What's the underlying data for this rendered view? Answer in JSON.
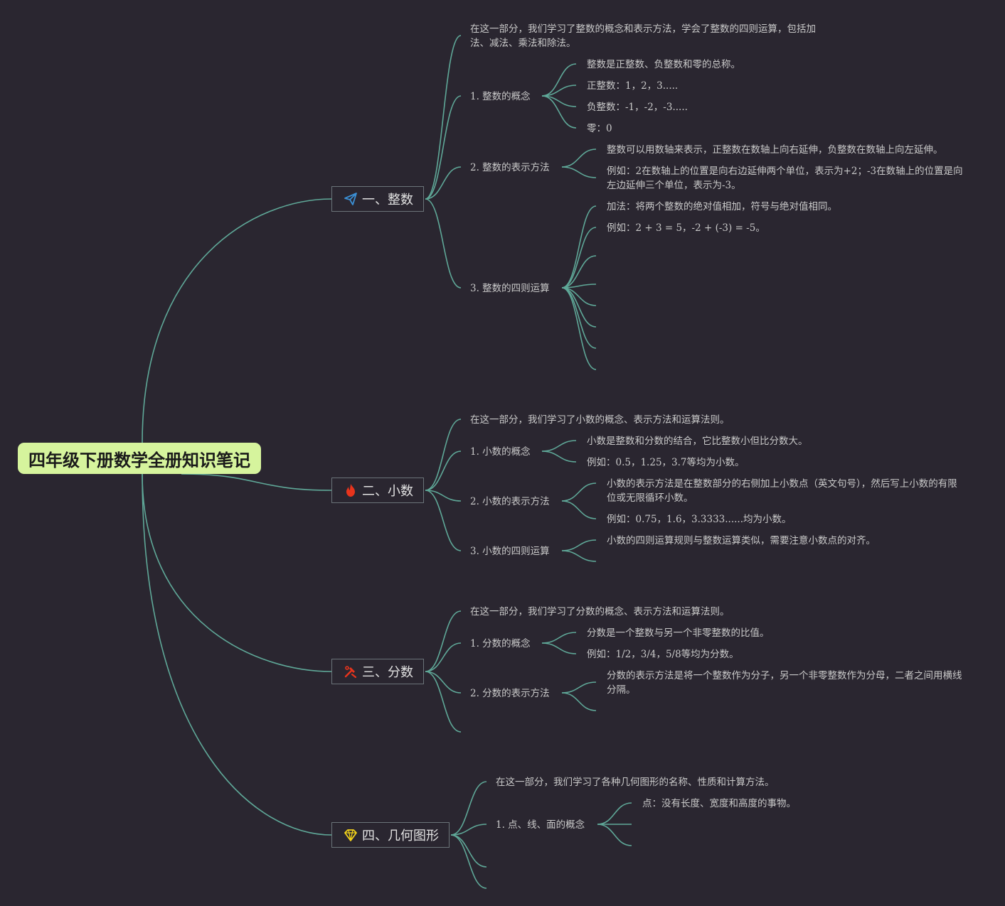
{
  "root": {
    "title": "四年级下册数学全册知识笔记"
  },
  "sections": [
    {
      "icon": "paper-plane-icon",
      "icon_color": "#3b8fd4",
      "title": "一、整数",
      "intro": "在这一部分，我们学习了整数的概念和表示方法，学会了整数的四则运算，包括加法、减法、乘法和除法。",
      "topics": [
        {
          "label": "1. 整数的概念",
          "details": [
            "整数是正整数、负整数和零的总称。",
            "正整数：1，2，3.....",
            "负整数：-1，-2，-3.....",
            "零：0"
          ]
        },
        {
          "label": "2. 整数的表示方法",
          "details": [
            "整数可以用数轴来表示，正整数在数轴上向右延伸，负整数在数轴上向左延伸。",
            "例如：2在数轴上的位置是向右边延伸两个单位，表示为+2；-3在数轴上的位置是向左边延伸三个单位，表示为-3。"
          ]
        },
        {
          "label": "3. 整数的四则运算",
          "details": [
            "加法：将两个整数的绝对值相加，符号与绝对值相同。",
            "例如：2 + 3 = 5，-2 + (-3) = -5。"
          ]
        }
      ]
    },
    {
      "icon": "fire-icon",
      "icon_color": "#e8341c",
      "title": "二、小数",
      "intro": "在这一部分，我们学习了小数的概念、表示方法和运算法则。",
      "topics": [
        {
          "label": "1. 小数的概念",
          "details": [
            "小数是整数和分数的结合，它比整数小但比分数大。",
            "例如：0.5，1.25，3.7等均为小数。"
          ]
        },
        {
          "label": "2. 小数的表示方法",
          "details": [
            "小数的表示方法是在整数部分的右侧加上小数点（英文句号），然后写上小数的有限位或无限循环小数。",
            "例如：0.75，1.6，3.3333......均为小数。"
          ]
        },
        {
          "label": "3. 小数的四则运算",
          "details": [
            "小数的四则运算规则与整数运算类似，需要注意小数点的对齐。"
          ]
        }
      ]
    },
    {
      "icon": "tools-icon",
      "icon_color": "#e8341c",
      "title": "三、分数",
      "intro": "在这一部分，我们学习了分数的概念、表示方法和运算法则。",
      "topics": [
        {
          "label": "1. 分数的概念",
          "details": [
            "分数是一个整数与另一个非零整数的比值。",
            "例如：1/2，3/4，5/8等均为分数。"
          ]
        },
        {
          "label": "2. 分数的表示方法",
          "details": [
            "分数的表示方法是将一个整数作为分子，另一个非零整数作为分母，二者之间用横线分隔。"
          ]
        }
      ]
    },
    {
      "icon": "diamond-icon",
      "icon_color": "#f2d21b",
      "title": "四、几何图形",
      "intro": "在这一部分，我们学习了各种几何图形的名称、性质和计算方法。",
      "topics": [
        {
          "label": "1. 点、线、面的概念",
          "details": [
            "点：没有长度、宽度和高度的事物。"
          ]
        }
      ]
    }
  ]
}
